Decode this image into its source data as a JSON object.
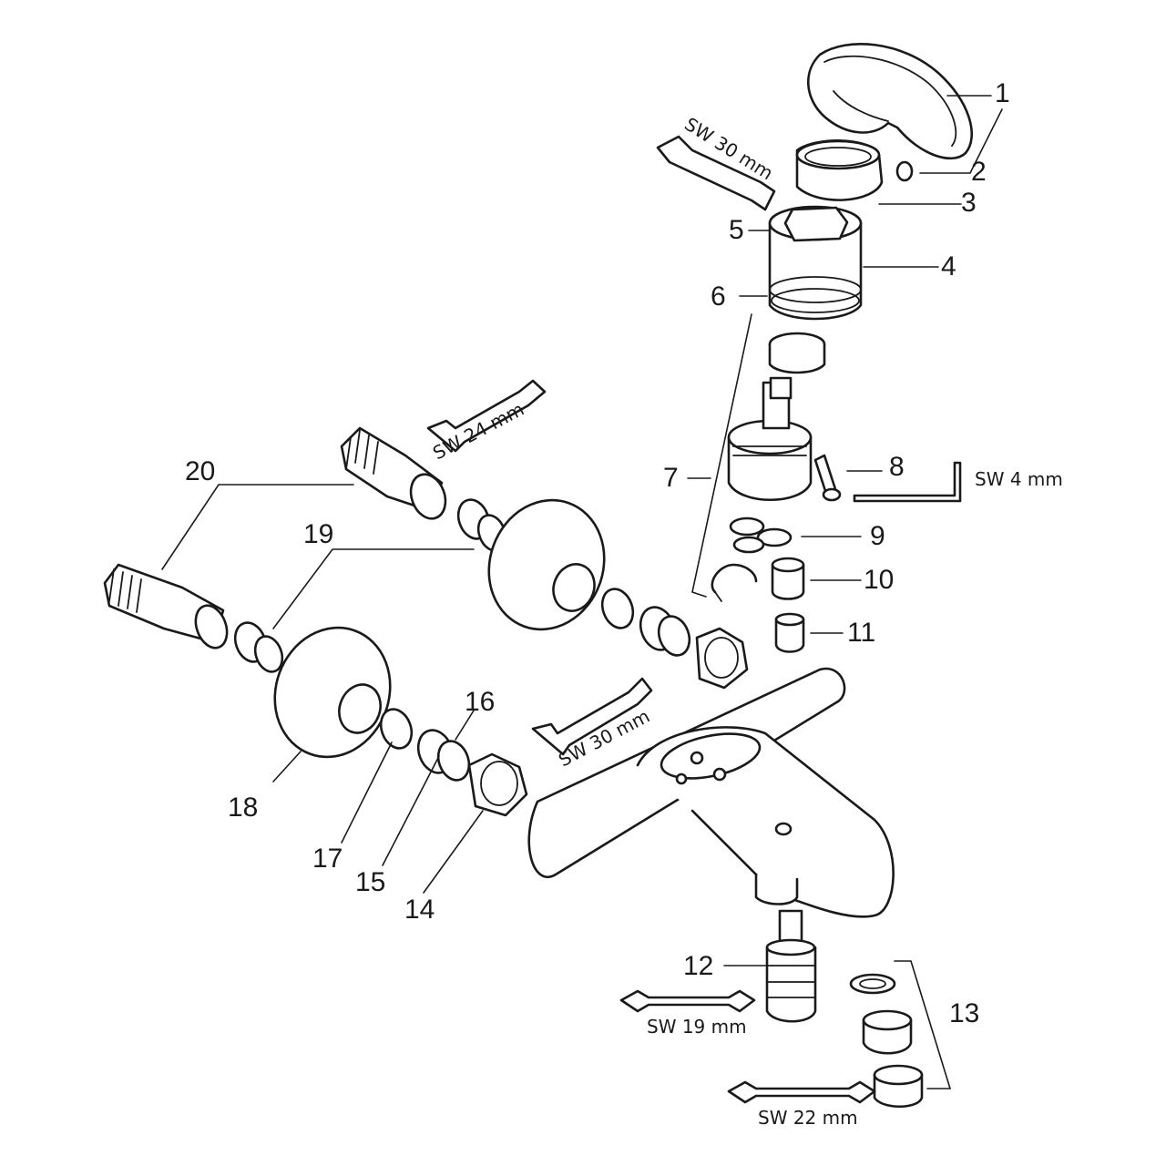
{
  "parts": [
    {
      "number": "1"
    },
    {
      "number": "2"
    },
    {
      "number": "3"
    },
    {
      "number": "4"
    },
    {
      "number": "5"
    },
    {
      "number": "6"
    },
    {
      "number": "7"
    },
    {
      "number": "8"
    },
    {
      "number": "9"
    },
    {
      "number": "10"
    },
    {
      "number": "11"
    },
    {
      "number": "12"
    },
    {
      "number": "13"
    },
    {
      "number": "14"
    },
    {
      "number": "15"
    },
    {
      "number": "16"
    },
    {
      "number": "17"
    },
    {
      "number": "18"
    },
    {
      "number": "19"
    },
    {
      "number": "20"
    }
  ],
  "tools": [
    {
      "label": "SW 30 mm"
    },
    {
      "label": "SW 24 mm"
    },
    {
      "label": "SW 4 mm"
    },
    {
      "label": "SW 30 mm"
    },
    {
      "label": "SW 19 mm"
    },
    {
      "label": "SW 22 mm"
    }
  ]
}
